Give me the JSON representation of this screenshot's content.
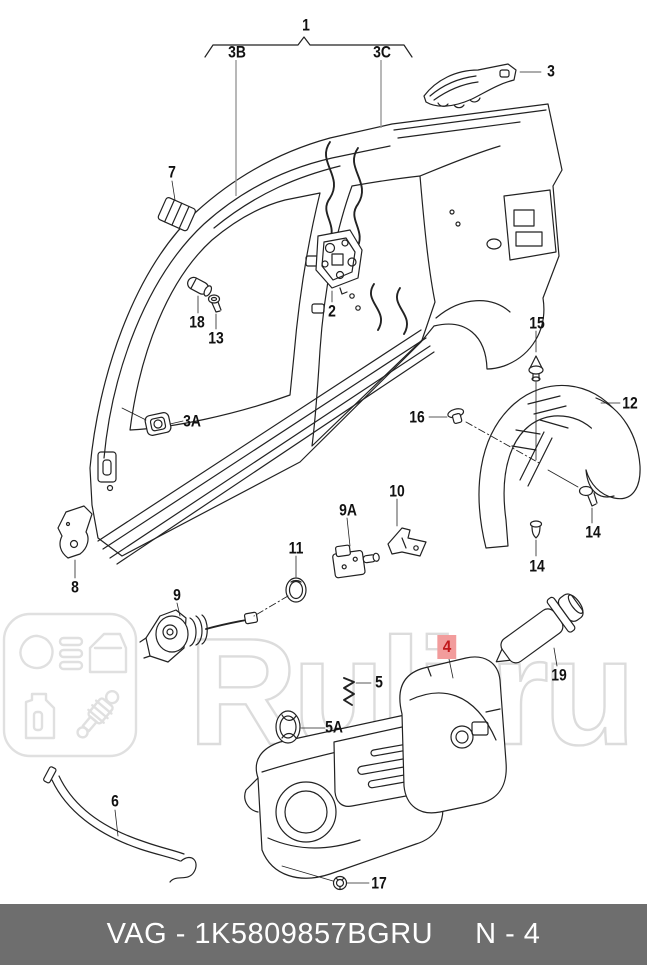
{
  "colors": {
    "line": "#222222",
    "watermark": "#dedede",
    "highlight-bg": "#f29c9c",
    "highlight-text": "#c0181c",
    "footer-bar": "#6e6e6e",
    "footer-text": "#ffffff"
  },
  "watermark": {
    "brand": "Ruli.ru"
  },
  "footer": {
    "part_code": "VAG - 1K5809857BGRU",
    "page_ref": "N - 4"
  },
  "diagram": {
    "labels": [
      {
        "text": "1"
      },
      {
        "text": "3B"
      },
      {
        "text": "3C"
      },
      {
        "text": "3"
      },
      {
        "text": "7"
      },
      {
        "text": "18"
      },
      {
        "text": "13"
      },
      {
        "text": "2"
      },
      {
        "text": "3A"
      },
      {
        "text": "8"
      },
      {
        "text": "9"
      },
      {
        "text": "9A"
      },
      {
        "text": "10"
      },
      {
        "text": "11"
      },
      {
        "text": "15"
      },
      {
        "text": "16"
      },
      {
        "text": "12"
      },
      {
        "text": "14"
      },
      {
        "text": "14"
      },
      {
        "text": "4"
      },
      {
        "text": "5"
      },
      {
        "text": "5A"
      },
      {
        "text": "19"
      },
      {
        "text": "6"
      },
      {
        "text": "17"
      }
    ]
  }
}
